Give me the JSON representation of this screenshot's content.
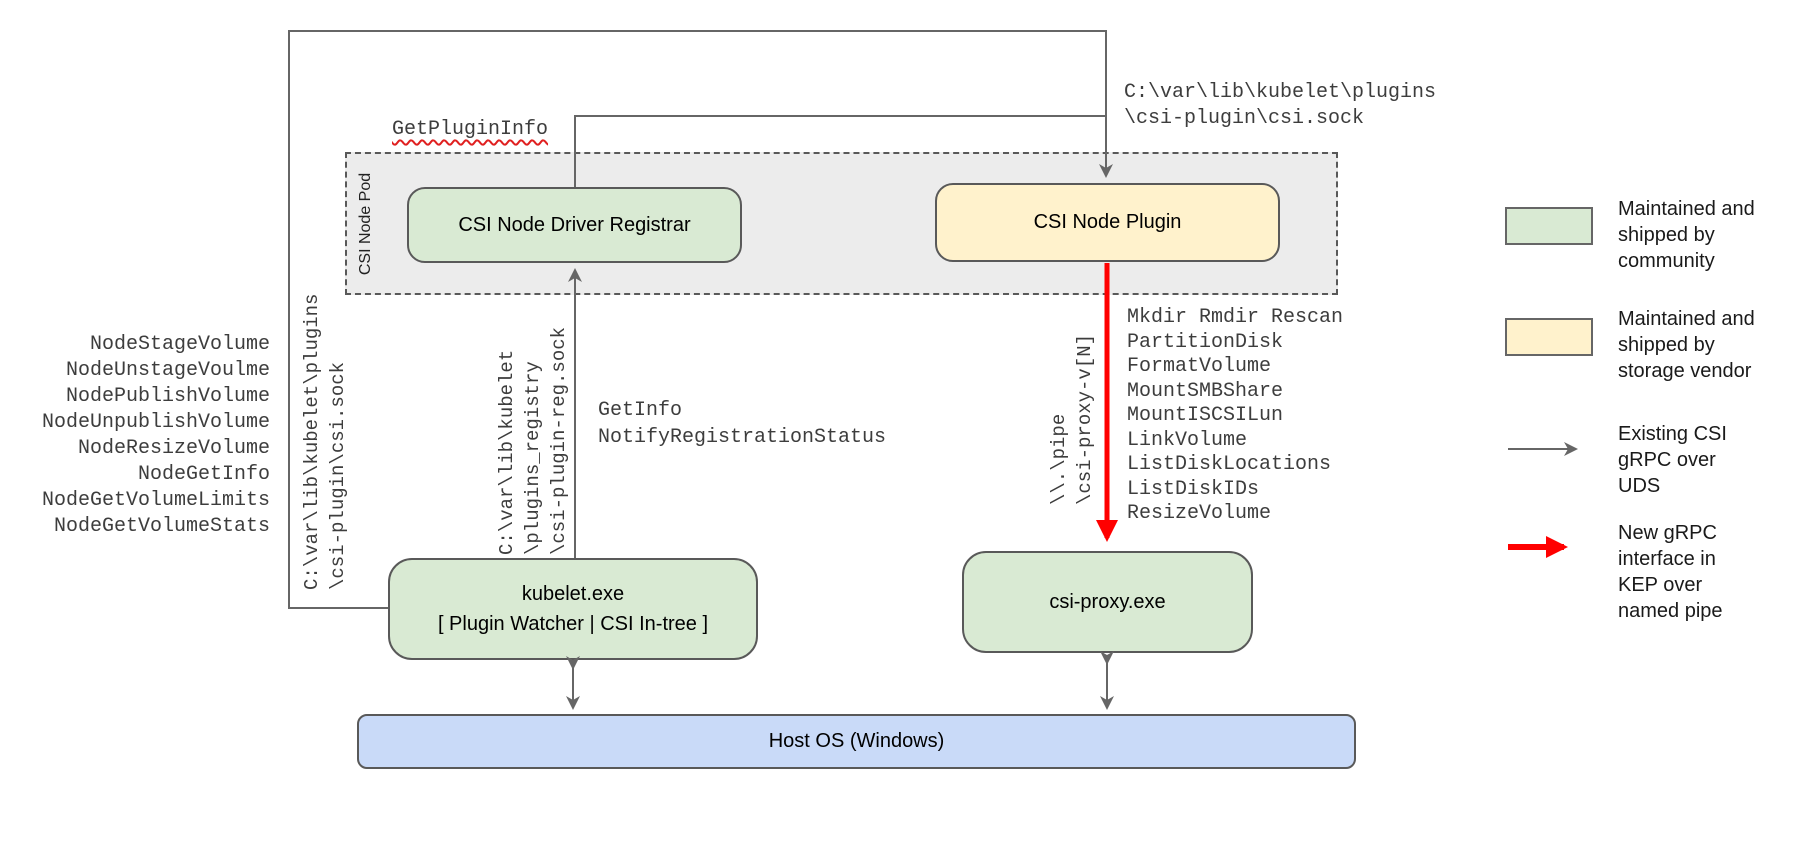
{
  "pod": {
    "label": "CSI Node Pod"
  },
  "boxes": {
    "registrar": "CSI Node Driver Registrar",
    "plugin": "CSI Node Plugin",
    "kubelet_line1": "kubelet.exe",
    "kubelet_line2": "[ Plugin Watcher | CSI In-tree ]",
    "csi_proxy": "csi-proxy.exe",
    "host_os": "Host OS (Windows)"
  },
  "annotations": {
    "get_plugin_info": "GetPluginInfo",
    "plugin_sock_path": [
      "C:\\var\\lib\\kubelet\\plugins",
      "\\csi-plugin\\csi.sock"
    ],
    "kubelet_sock_path_rotated": [
      "C:\\var\\lib\\kubelet\\plugins",
      "\\csi-plugin\\csi.sock"
    ],
    "registry_sock_path_rotated": [
      "C:\\var\\lib\\kubelet",
      "\\plugins_registry",
      "\\csi-plugin-reg.sock"
    ],
    "named_pipe_rotated": [
      "\\\\.\\pipe",
      "\\csi-proxy-v[N]"
    ],
    "registration_calls": [
      "GetInfo",
      "NotifyRegistrationStatus"
    ]
  },
  "node_methods": [
    "NodeStageVolume",
    "NodeUnstageVoulme",
    "NodePublishVolume",
    "NodeUnpublishVolume",
    "NodeResizeVolume",
    "NodeGetInfo",
    "NodeGetVolumeLimits",
    "NodeGetVolumeStats"
  ],
  "proxy_methods": [
    "Mkdir Rmdir Rescan",
    "PartitionDisk",
    "FormatVolume",
    "MountSMBShare",
    "MountISCSILun",
    "LinkVolume",
    "ListDiskLocations",
    "ListDiskIDs",
    "ResizeVolume"
  ],
  "legend": {
    "community": {
      "lines": [
        "Maintained and",
        "shipped by",
        "community"
      ]
    },
    "vendor": {
      "lines": [
        "Maintained and",
        "shipped by",
        "storage vendor"
      ]
    },
    "uds": {
      "lines": [
        "Existing CSI",
        "gRPC over",
        "UDS"
      ]
    },
    "named_pipe": {
      "lines": [
        "New gRPC",
        "interface in",
        "KEP over",
        "named pipe"
      ]
    }
  },
  "colors": {
    "community_green": "#d9ead3",
    "vendor_yellow": "#fff2cc",
    "host_blue": "#c9daf8",
    "pod_gray": "#ececec",
    "border_gray": "#595959",
    "connector_gray": "#666666",
    "new_grpc_red": "#ff0000",
    "squiggle_red": "#e02020"
  }
}
